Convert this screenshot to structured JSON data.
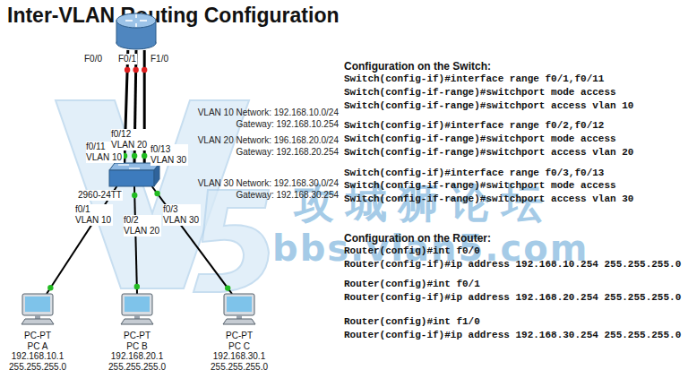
{
  "diagram": {
    "title": "Inter-VLAN Routing Configuration",
    "nodes": [
      {
        "text": [
          "F0/0",
          "F0/1",
          "F1/0"
        ]
      },
      {
        "text": [
          "2960-24TT"
        ]
      },
      {
        "text": [
          "PC-PT",
          "PC A",
          "192.168.10.1",
          "255.255.255.0"
        ]
      },
      {
        "text": [
          "PC-PT",
          "PC B",
          "192.168.20.1",
          "255.255.255.0"
        ]
      },
      {
        "text": [
          "PC-PT",
          "PC C",
          "192.168.30.1",
          "255.255.255.0"
        ]
      }
    ],
    "edges": [
      {
        "from": 0,
        "to": 1,
        "arrow": "none",
        "label": "f0/11 VLAN 10"
      },
      {
        "from": 0,
        "to": 1,
        "arrow": "none",
        "label": "f0/12 VLAN 20"
      },
      {
        "from": 0,
        "to": 1,
        "arrow": "none",
        "label": "f0/13 VLAN 30"
      },
      {
        "from": 1,
        "to": 2,
        "arrow": "none",
        "label": "f0/1 VLAN 10"
      },
      {
        "from": 1,
        "to": 3,
        "arrow": "none",
        "label": "f0/2 VLAN 20"
      },
      {
        "from": 1,
        "to": 4,
        "arrow": "none",
        "label": "f0/3 VLAN 30"
      }
    ],
    "labels": [
      "VLAN 10 Network: 192.168.10.0/24",
      "Gateway: 192.168.10.254",
      "VLAN 20 Network: 196.168.20.0/24",
      "Gateway: 192.168.20.254",
      "VLAN 30 Network: 192.168.30.0/24",
      "Gateway: 192.168.30.254",
      "Configuration on the Switch:",
      "Switch(config-if)#interface range f0/1,f0/11",
      "Switch(config-if-range)#switchport mode access",
      "Switch(config-if-range)#switchport access vlan 10",
      "Switch(config-if)#interface range f0/2,f0/12",
      "Switch(config-if-range)#switchport mode access",
      "Switch(config-if-range)#switchport access vlan 20",
      "Switch(config-if)#interface range f0/3,f0/13",
      "Switch(config-if-range)#switchport mode access",
      "Switch(config-if-range)#switchport access vlan 30",
      "Configuration on the Router:",
      "Router(config)#int f0/0",
      "Router(config-if)#ip address 192.168.10.254 255.255.255.0",
      "Router(config)#int f0/1",
      "Router(config-if)#ip address 192.168.20.254 255.255.255.0",
      "Router(config)#int f1/0",
      "Router(config-if)#ip address 192.168.30.254 255.255.255.0",
      "攻城狮论坛",
      "bbs.vlan5.com"
    ]
  }
}
